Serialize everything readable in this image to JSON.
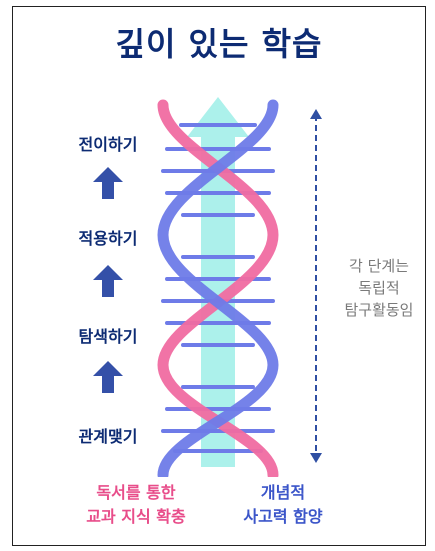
{
  "title": "깊이 있는 학습",
  "stages": [
    "전이하기",
    "적용하기",
    "탐색하기",
    "관계맺기"
  ],
  "side_note": [
    "각 단계는",
    "독립적",
    "탐구활동임"
  ],
  "bottom_left": [
    "독서를 통한",
    "교과 지식 확충"
  ],
  "bottom_right": [
    "개념적",
    "사고력 함양"
  ],
  "colors": {
    "title": "#0d2b73",
    "pink_strand": "#f06ba1",
    "blue_strand": "#6e7be8",
    "center_arrow": "#9eeee8",
    "dashed_arrow": "#2f4fa3"
  },
  "icons": {
    "stage_arrow": "up-arrow-icon",
    "center_arrow": "big-up-arrow-icon",
    "scale_arrow": "double-headed-arrow-icon"
  }
}
